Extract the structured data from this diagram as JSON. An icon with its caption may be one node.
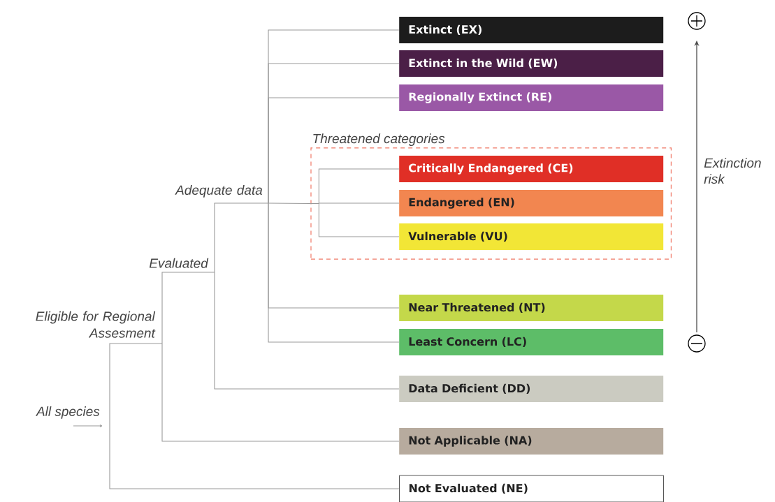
{
  "diagram": {
    "nodes": [
      {
        "text": [
          "All species"
        ]
      },
      {
        "text": [
          "Eligible for Regional Assesment"
        ]
      },
      {
        "text": [
          "Evaluated"
        ]
      },
      {
        "text": [
          "Adequate data"
        ]
      },
      {
        "text": [
          "Threatened categories"
        ]
      },
      {
        "text": [
          "Extinct (EX)"
        ]
      },
      {
        "text": [
          "Extinct in the Wild (EW)"
        ]
      },
      {
        "text": [
          "Regionally Extinct (RE)"
        ]
      },
      {
        "text": [
          "Critically Endangered (CE)"
        ],
        "in": 4
      },
      {
        "text": [
          "Endangered (EN)"
        ],
        "in": 4
      },
      {
        "text": [
          "Vulnerable (VU)"
        ],
        "in": 4
      },
      {
        "text": [
          "Near Threatened (NT)"
        ]
      },
      {
        "text": [
          "Least Concern (LC)"
        ]
      },
      {
        "text": [
          "Data Deficient (DD)"
        ]
      },
      {
        "text": [
          "Not Applicable (NA)"
        ]
      },
      {
        "text": [
          "Not Evaluated (NE)"
        ]
      }
    ],
    "edges": [
      {
        "from": 0,
        "to": 1,
        "arrow": "none"
      },
      {
        "from": 0,
        "to": 15,
        "arrow": "none"
      },
      {
        "from": 1,
        "to": 2,
        "arrow": "none"
      },
      {
        "from": 1,
        "to": 14,
        "arrow": "none"
      },
      {
        "from": 2,
        "to": 3,
        "arrow": "none"
      },
      {
        "from": 2,
        "to": 13,
        "arrow": "none"
      },
      {
        "from": 3,
        "to": 5,
        "arrow": "none"
      },
      {
        "from": 3,
        "to": 6,
        "arrow": "none"
      },
      {
        "from": 3,
        "to": 7,
        "arrow": "none"
      },
      {
        "from": 3,
        "to": 4,
        "arrow": "none"
      },
      {
        "from": 3,
        "to": 11,
        "arrow": "none"
      },
      {
        "from": 3,
        "to": 12,
        "arrow": "none"
      },
      {
        "from": 4,
        "to": 8,
        "arrow": "none"
      },
      {
        "from": 4,
        "to": 9,
        "arrow": "none"
      },
      {
        "from": 4,
        "to": 10,
        "arrow": "none"
      }
    ],
    "labels": [
      "Extinction risk"
    ]
  }
}
